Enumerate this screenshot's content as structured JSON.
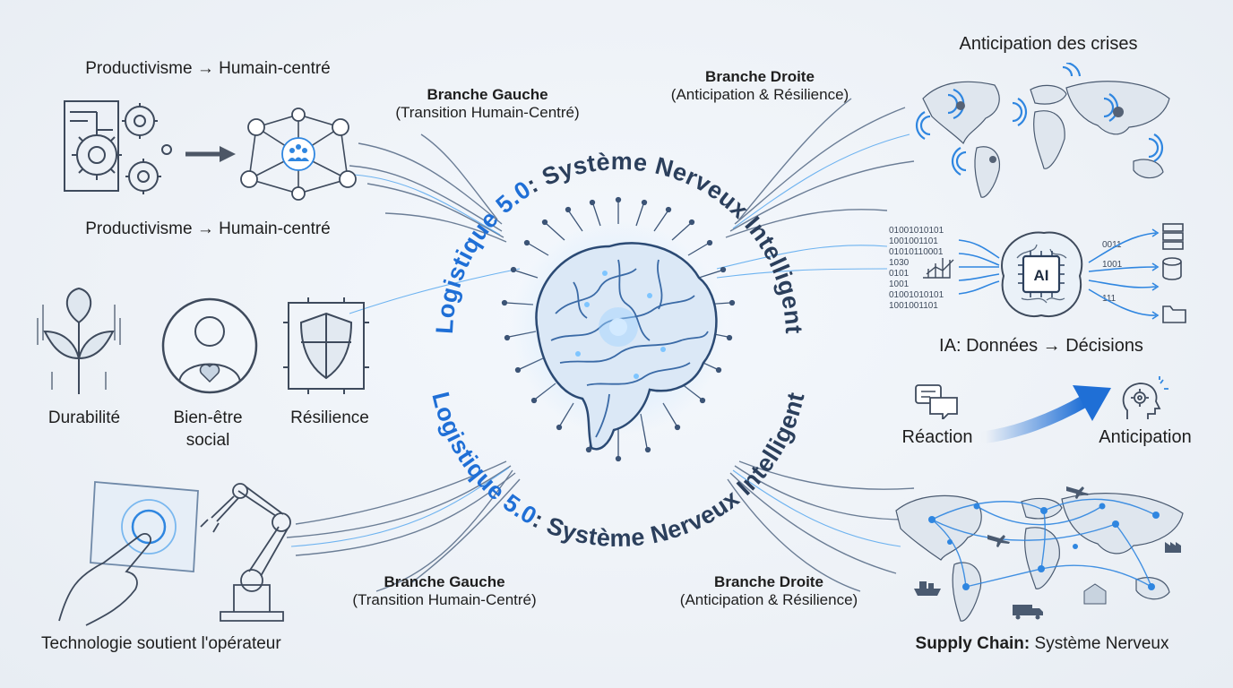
{
  "title": {
    "top_prefix": "Logistique 5.0",
    "top_suffix": ": Système Nerveux Intelligent",
    "bottom_prefix": "Logistique 5.0",
    "bottom_suffix": ": Système Nerveux Intelligent"
  },
  "left": {
    "top_caption": "Productivisme → Humain-centré",
    "mid_caption": "Productivisme → Humain-centré",
    "pillars": [
      "Durabilité",
      "Bien-être",
      "social",
      "Résilience"
    ],
    "bottom_caption": "Technologie soutient l'opérateur",
    "branch_top_title": "Branche Gauche",
    "branch_top_sub": "(Transition Humain-Centré)",
    "branch_bottom_title": "Branche Gauche",
    "branch_bottom_sub": "(Transition Humain-Centré)"
  },
  "right": {
    "top_caption": "Anticipation des crises",
    "branch_top_title": "Branche Droite",
    "branch_top_sub": "(Anticipation & Résilience)",
    "ai_chip_label": "AI",
    "ai_caption": "IA: Données → Décisions",
    "reaction_label": "Réaction",
    "anticipation_label": "Anticipation",
    "branch_bottom_title": "Branche Droite",
    "branch_bottom_sub": "(Anticipation & Résilience)",
    "bottom_caption_bold": "Supply Chain:",
    "bottom_caption_rest": " Système Nerveux"
  },
  "binary_rows": [
    "01001010101",
    "1001001101",
    "01010110001",
    "1030",
    "0101",
    "1001",
    "01001010101",
    "1001001101"
  ],
  "output_binary": [
    "0011",
    "1001",
    "111"
  ],
  "colors": {
    "accent": "#1f6fd6",
    "dark": "#2b3f5c",
    "line": "#4a5a70",
    "glow": "#5fb4ff"
  }
}
